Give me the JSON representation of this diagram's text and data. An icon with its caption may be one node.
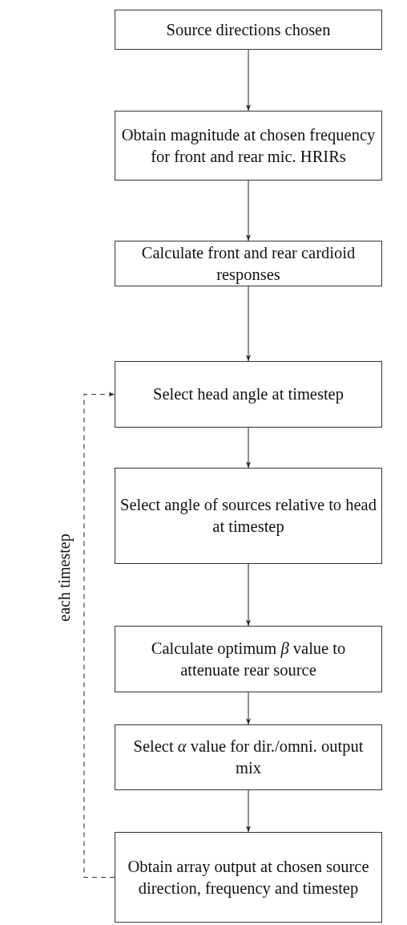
{
  "diagram": {
    "nodes": [
      {
        "text": [
          "Source directions chosen"
        ]
      },
      {
        "text": [
          "Obtain magnitude at chosen frequency for front and rear mic. HRIRs"
        ]
      },
      {
        "text": [
          "Calculate front and rear cardioid responses"
        ]
      },
      {
        "text": [
          "Select head angle at timestep"
        ]
      },
      {
        "text": [
          "Select angle of sources relative to head at timestep"
        ]
      },
      {
        "text": [
          "Calculate optimum *β* value to attenuate rear source"
        ]
      },
      {
        "text": [
          "Select *α* value for dir./omni. output mix"
        ]
      },
      {
        "text": [
          "Obtain array output at chosen source direction, frequency and timestep"
        ]
      }
    ],
    "edges": [
      {
        "from": 0,
        "to": 1,
        "arrow": "to"
      },
      {
        "from": 1,
        "to": 2,
        "arrow": "to"
      },
      {
        "from": 2,
        "to": 3,
        "arrow": "to"
      },
      {
        "from": 3,
        "to": 4,
        "arrow": "to"
      },
      {
        "from": 4,
        "to": 5,
        "arrow": "to"
      },
      {
        "from": 5,
        "to": 6,
        "arrow": "to"
      },
      {
        "from": 6,
        "to": 7,
        "arrow": "to"
      },
      {
        "from": 7,
        "to": 3,
        "arrow": "to",
        "style": "dashed"
      }
    ],
    "labels": [
      "each timestep"
    ]
  }
}
